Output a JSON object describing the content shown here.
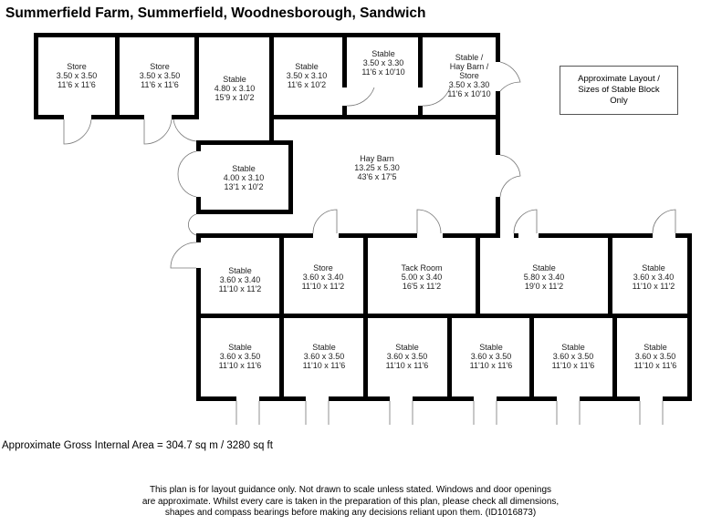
{
  "title": "Summerfield Farm, Summerfield, Woodnesborough, Sandwich",
  "note": "Approximate Layout / Sizes of Stable Block Only",
  "area": "Approximate Gross Internal Area = 304.7 sq m / 3280 sq ft",
  "disclaimer": [
    "This plan is for layout guidance only. Not drawn to scale unless stated. Windows and door openings",
    "are approximate. Whilst every care is taken in the preparation of this plan, please check all dimensions,",
    "shapes and compass bearings before making any decisions reliant upon them. (ID1016873)"
  ],
  "rooms": [
    {
      "name": "Store",
      "metric": "3.50 x 3.50",
      "imperial": "11'6 x 11'6"
    },
    {
      "name": "Store",
      "metric": "3.50 x 3.50",
      "imperial": "11'6 x 11'6"
    },
    {
      "name": "Stable",
      "metric": "4.80 x 3.10",
      "imperial": "15'9 x 10'2"
    },
    {
      "name": "Stable",
      "metric": "3.50 x 3.10",
      "imperial": "11'6 x 10'2"
    },
    {
      "name": "Stable",
      "metric": "3.50 x 3.30",
      "imperial": "11'6 x 10'10"
    },
    {
      "name": "Stable / Hay Barn / Store",
      "line1": "Stable /",
      "line2": "Hay Barn /",
      "line3": "Store",
      "metric": "3.50 x 3.30",
      "imperial": "11'6 x 10'10"
    },
    {
      "name": "Stable",
      "metric": "4.00 x 3.10",
      "imperial": "13'1 x 10'2"
    },
    {
      "name": "Hay Barn",
      "metric": "13.25 x 5.30",
      "imperial": "43'6 x 17'5"
    },
    {
      "name": "Stable",
      "metric": "3.60 x 3.40",
      "imperial": "11'10 x 11'2"
    },
    {
      "name": "Store",
      "metric": "3.60 x 3.40",
      "imperial": "11'10 x 11'2"
    },
    {
      "name": "Tack Room",
      "metric": "5.00 x 3.40",
      "imperial": "16'5 x 11'2"
    },
    {
      "name": "Stable",
      "metric": "5.80 x 3.40",
      "imperial": "19'0 x 11'2"
    },
    {
      "name": "Stable",
      "metric": "3.60 x 3.40",
      "imperial": "11'10 x 11'2"
    },
    {
      "name": "Stable",
      "metric": "3.60 x 3.50",
      "imperial": "11'10 x 11'6"
    },
    {
      "name": "Stable",
      "metric": "3.60 x 3.50",
      "imperial": "11'10 x 11'6"
    },
    {
      "name": "Stable",
      "metric": "3.60 x 3.50",
      "imperial": "11'10 x 11'6"
    },
    {
      "name": "Stable",
      "metric": "3.60 x 3.50",
      "imperial": "11'10 x 11'6"
    },
    {
      "name": "Stable",
      "metric": "3.60 x 3.50",
      "imperial": "11'10 x 11'6"
    },
    {
      "name": "Stable",
      "metric": "3.60 x 3.50",
      "imperial": "11'10 x 11'6"
    }
  ]
}
